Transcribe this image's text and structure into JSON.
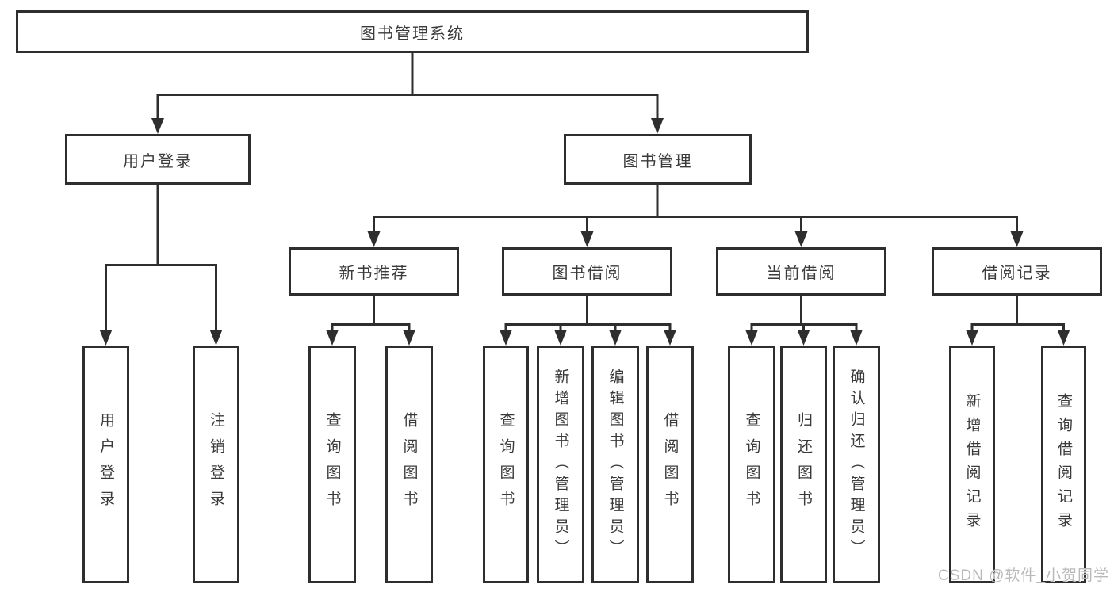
{
  "diagram": {
    "root": {
      "label": "图书管理系统"
    },
    "branches": [
      {
        "label": "用户登录",
        "children": [
          {
            "label": "用户登录"
          },
          {
            "label": "注销登录"
          }
        ]
      },
      {
        "label": "图书管理",
        "children": [
          {
            "label": "新书推荐",
            "children": [
              {
                "label": "查询图书"
              },
              {
                "label": "借阅图书"
              }
            ]
          },
          {
            "label": "图书借阅",
            "children": [
              {
                "label": "查询图书"
              },
              {
                "label": "新增图书（管理员）"
              },
              {
                "label": "编辑图书（管理员）"
              },
              {
                "label": "借阅图书"
              }
            ]
          },
          {
            "label": "当前借阅",
            "children": [
              {
                "label": "查询图书"
              },
              {
                "label": "归还图书"
              },
              {
                "label": "确认归还（管理员）"
              }
            ]
          },
          {
            "label": "借阅记录",
            "children": [
              {
                "label": "新增借阅记录"
              },
              {
                "label": "查询借阅记录"
              }
            ]
          }
        ]
      }
    ],
    "watermark": "CSDN @软件_小贺同学",
    "colors": {
      "line": "#2e2e2e",
      "text": "#3a3a3a",
      "background": "#ffffff",
      "watermark": "#b9b9b9"
    }
  }
}
